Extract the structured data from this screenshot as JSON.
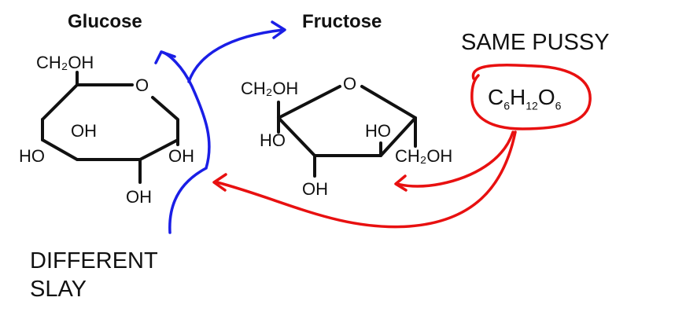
{
  "labels": {
    "glucose": "Glucose",
    "fructose": "Fructose",
    "same_caption": "SAME PUSSY",
    "different_line1": "DIFFERENT",
    "different_line2": "SLAY"
  },
  "formula": {
    "c": "C",
    "c_sub": "6",
    "h": "H",
    "h_sub": "12",
    "o": "O",
    "o_sub": "6"
  },
  "glucose_atoms": {
    "ch2oh": "CH₂OH",
    "o": "O",
    "oh_inner": "OH",
    "ho_left": "HO",
    "oh_right": "OH",
    "oh_bottom": "OH"
  },
  "fructose_atoms": {
    "ch2oh_top": "CH₂OH",
    "o": "O",
    "ho_left": "HO",
    "ho_right": "HO",
    "ch2oh_right": "CH₂OH",
    "oh_bottom": "OH"
  },
  "colors": {
    "blue_arrow": "#1a1ee6",
    "red_marker": "#e81010",
    "ink": "#111111"
  }
}
